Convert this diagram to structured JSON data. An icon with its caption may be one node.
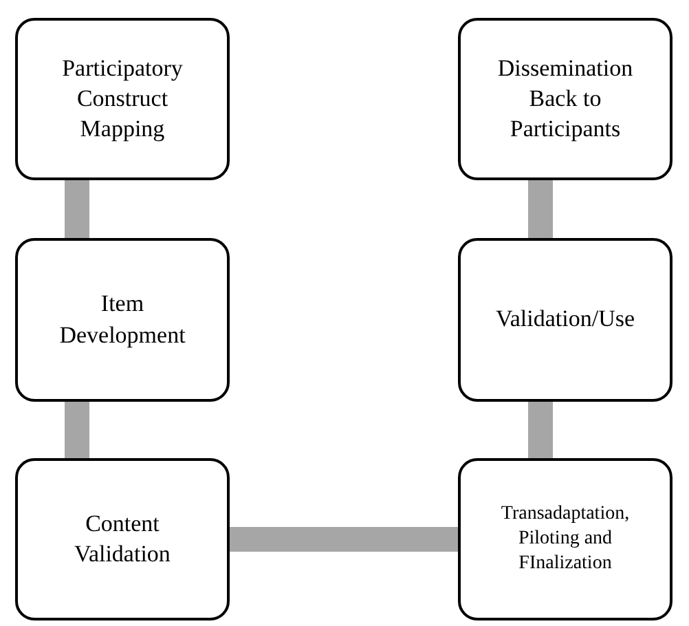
{
  "diagram": {
    "nodes": [
      {
        "text": [
          "Participatory Construct Mapping"
        ]
      },
      {
        "text": [
          "Dissemination Back to Participants"
        ]
      },
      {
        "text": [
          "Item Development"
        ]
      },
      {
        "text": [
          "Validation/Use"
        ]
      },
      {
        "text": [
          "Content Validation"
        ]
      },
      {
        "text": [
          "Transadaptation, Piloting and FInalization"
        ]
      }
    ],
    "edges": [
      {
        "from": 0,
        "to": 2,
        "arrow": "none"
      },
      {
        "from": 2,
        "to": 4,
        "arrow": "none"
      },
      {
        "from": 4,
        "to": 5,
        "arrow": "none"
      },
      {
        "from": 5,
        "to": 3,
        "arrow": "none"
      },
      {
        "from": 3,
        "to": 1,
        "arrow": "none"
      }
    ]
  }
}
